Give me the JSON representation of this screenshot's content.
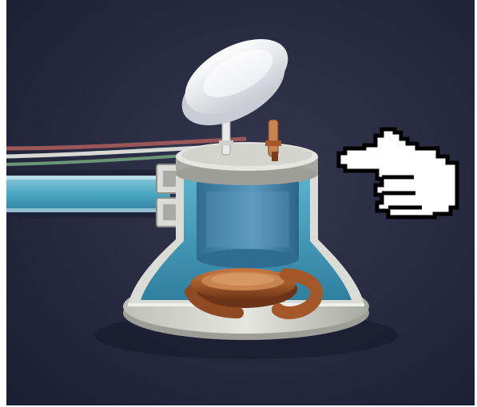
{
  "scene": {
    "subject": "cutaway-illustration",
    "background_color": "#2b2e45",
    "vignette_color": "#1c1f33",
    "colors": {
      "lid": "#f3f3f5",
      "lid_shadow": "#c9ccd4",
      "casing": "#dcdcd6",
      "casing_shadow": "#9d9e98",
      "inner_fluid": "#4aa3bf",
      "inner_fluid_dark": "#2f7f9e",
      "chamber": "#3f7ea6",
      "coil": "#a4582a",
      "coil_dark": "#6b3418",
      "disc": "#c8844e",
      "tube": "#4ba7c3",
      "cable_red": "#9b5757",
      "cable_white": "#d8d8d4",
      "cable_green": "#6d9676",
      "pointer_fill": "#ffffff",
      "pointer_outline": "#000000"
    },
    "icons": [
      "lid",
      "terminal-pin",
      "copper-terminal",
      "cable",
      "fluid-tube",
      "sensor-housing",
      "coil",
      "pointing-hand-icon"
    ]
  }
}
